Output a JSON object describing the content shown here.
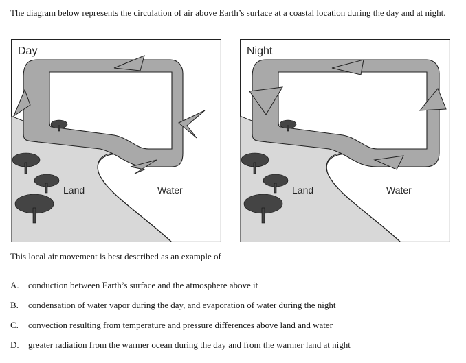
{
  "question": {
    "intro": "The diagram below represents the circulation of air above Earth’s surface at a coastal location during the day and at night.",
    "stem": "This local air movement is best described as an example of"
  },
  "diagrams": {
    "day": {
      "title": "Day",
      "land_label": "Land",
      "water_label": "Water",
      "flow": "clockwise"
    },
    "night": {
      "title": "Night",
      "land_label": "Land",
      "water_label": "Water",
      "flow": "counterclockwise"
    }
  },
  "choices": [
    {
      "letter": "A.",
      "text": "conduction between Earth’s surface and the atmosphere above it"
    },
    {
      "letter": "B.",
      "text": "condensation of water vapor during the day, and evaporation of water during the night"
    },
    {
      "letter": "C.",
      "text": "convection resulting from temperature and pressure differences above land and water"
    },
    {
      "letter": "D.",
      "text": "greater radiation from the warmer ocean during the day and from the warmer land at night"
    }
  ],
  "colors": {
    "arrow_fill": "#a9a9a9",
    "land_fill": "#d8d8d8",
    "outline": "#222222"
  }
}
